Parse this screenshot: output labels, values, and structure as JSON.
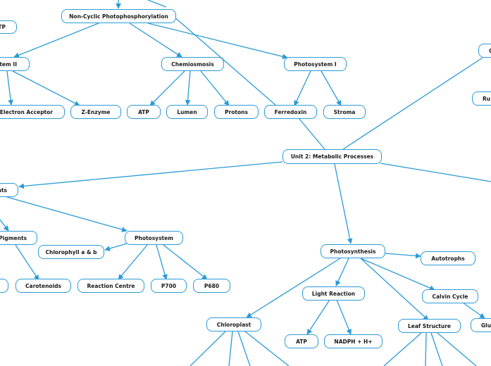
{
  "diagram": {
    "title": "Unit 2: Metabolic Processes",
    "line_color": "#2b9bd6",
    "nodes": [
      {
        "id": "noncyclic",
        "label": "Non-Cyclic Photophosphorylation"
      },
      {
        "id": "atp_top",
        "label": "TP"
      },
      {
        "id": "ps2",
        "label": "tem II"
      },
      {
        "id": "chemiosmosis",
        "label": "Chemiosmosis"
      },
      {
        "id": "ps1",
        "label": "Photosystem I"
      },
      {
        "id": "electron_acceptor",
        "label": "y Electron Acceptor"
      },
      {
        "id": "zenzyme",
        "label": "Z-Enzyme"
      },
      {
        "id": "atp_chem",
        "label": "ATP"
      },
      {
        "id": "lumen",
        "label": "Lumen"
      },
      {
        "id": "protons",
        "label": "Protons"
      },
      {
        "id": "ferredoxin",
        "label": "Ferredoxin"
      },
      {
        "id": "stroma",
        "label": "Stroma"
      },
      {
        "id": "unit2",
        "label": "Unit 2: Metabolic Processes"
      },
      {
        "id": "right_top",
        "label": "C"
      },
      {
        "id": "right_mid",
        "label": "Ru"
      },
      {
        "id": "pigments_parent",
        "label": "nts"
      },
      {
        "id": "pigments",
        "label": "Pigments"
      },
      {
        "id": "photosystem",
        "label": "Photosystem"
      },
      {
        "id": "chlorophyll",
        "label": "Chlorophyll a & b"
      },
      {
        "id": "left_small",
        "label": ""
      },
      {
        "id": "carotenoids",
        "label": "Carotenoids"
      },
      {
        "id": "reaction_centre",
        "label": "Reaction Centre"
      },
      {
        "id": "p700",
        "label": "P700"
      },
      {
        "id": "p680",
        "label": "P680"
      },
      {
        "id": "photosynthesis",
        "label": "Photosynthesis"
      },
      {
        "id": "autotrophs",
        "label": "Autotrophs"
      },
      {
        "id": "light_reaction",
        "label": "Light Reaction"
      },
      {
        "id": "calvin",
        "label": "Calvin Cycle"
      },
      {
        "id": "glu",
        "label": "Glu"
      },
      {
        "id": "chloroplast",
        "label": "Chloroplast"
      },
      {
        "id": "atp_light",
        "label": "ATP"
      },
      {
        "id": "nadph",
        "label": "NADPH + H+"
      },
      {
        "id": "leaf",
        "label": "Leaf Structure"
      }
    ]
  }
}
